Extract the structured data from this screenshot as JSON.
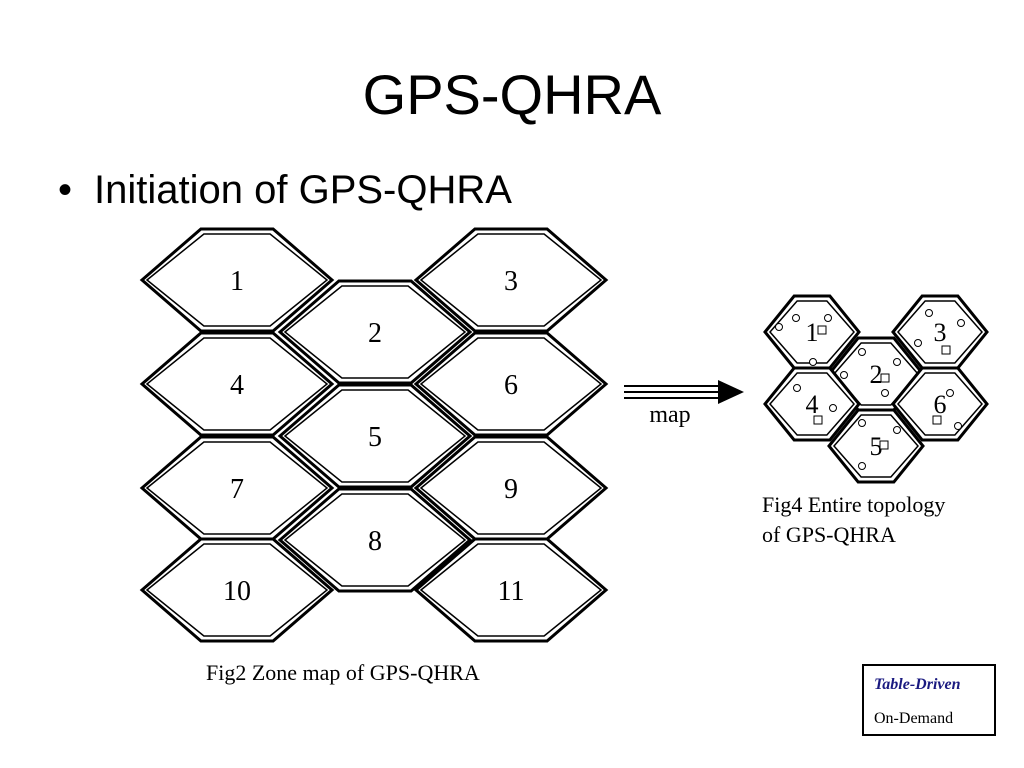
{
  "slide": {
    "title": "GPS-QHRA",
    "bullet": "Initiation of GPS-QHRA"
  },
  "zone_map": {
    "caption": "Fig2 Zone map of GPS-QHRA",
    "zones": [
      "1",
      "2",
      "3",
      "4",
      "5",
      "6",
      "7",
      "8",
      "9",
      "10",
      "11"
    ]
  },
  "arrow": {
    "label": "map"
  },
  "topology": {
    "caption_line1": "Fig4 Entire topology",
    "caption_line2": "of GPS-QHRA",
    "zones": [
      "1",
      "2",
      "3",
      "4",
      "5",
      "6"
    ]
  },
  "legend": {
    "item1": "Table-Driven",
    "item2": "On-Demand"
  },
  "colors": {
    "legend_highlight": "#1a1a80",
    "stroke": "#000000"
  }
}
